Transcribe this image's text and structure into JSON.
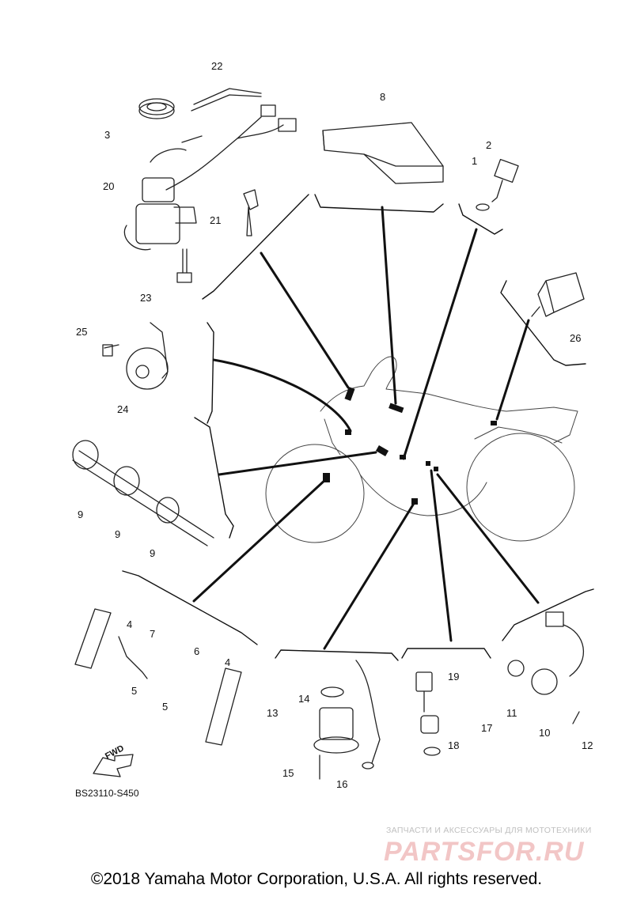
{
  "diagram": {
    "drawing_code": "BS23110-S450",
    "direction_marker": "FWD",
    "copyright": "©2018 Yamaha Motor Corporation, U.S.A. All rights reserved.",
    "watermark": {
      "tagline": "ЗАПЧАСТИ И АКСЕССУАРЫ ДЛЯ МОТОТЕХНИКИ",
      "brand": "PARTSFOR.RU"
    },
    "callouts": {
      "c1": "1",
      "c2": "2",
      "c3": "3",
      "c4a": "4",
      "c4b": "4",
      "c5a": "5",
      "c5b": "5",
      "c6": "6",
      "c7": "7",
      "c8": "8",
      "c9a": "9",
      "c9b": "9",
      "c9c": "9",
      "c10": "10",
      "c11": "11",
      "c12": "12",
      "c13": "13",
      "c14": "14",
      "c15": "15",
      "c16": "16",
      "c17": "17",
      "c18": "18",
      "c19": "19",
      "c20": "20",
      "c21": "21",
      "c22": "22",
      "c23": "23",
      "c24": "24",
      "c25": "25",
      "c26": "26"
    }
  }
}
